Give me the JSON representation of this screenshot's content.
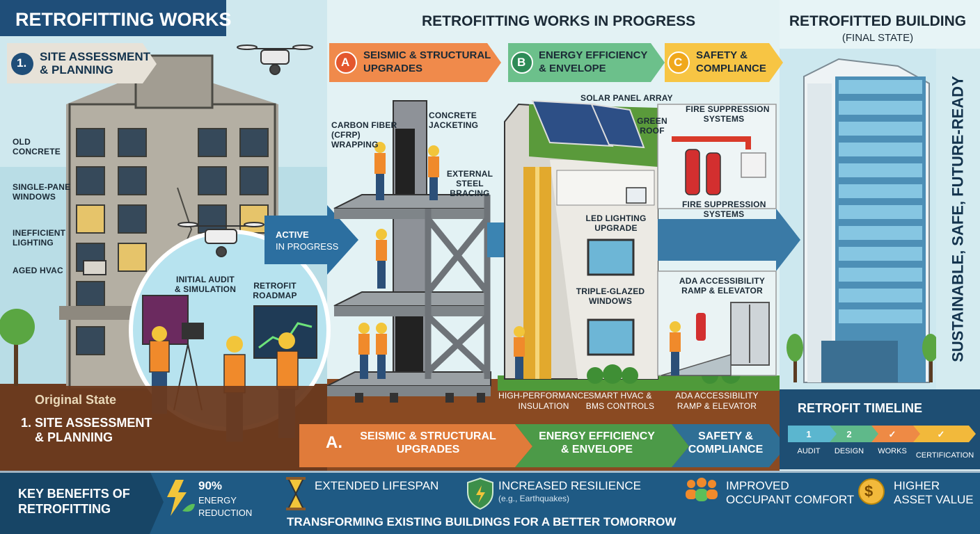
{
  "header": {
    "main_title": "RETROFITTING WORKS",
    "progress_title": "RETROFITTING WORKS IN PROGRESS",
    "final_title": "RETROFITTED BUILDING",
    "final_subtitle": "(FINAL STATE)"
  },
  "site_assessment": {
    "number": "1.",
    "title_line1": "SITE ASSESSMENT",
    "title_line2": "& PLANNING",
    "old_concrete": [
      "OLD",
      "CONCRETE"
    ],
    "single_pane": [
      "SINGLE-PANE",
      "WINDOWS"
    ],
    "inefficient": [
      "INEFFICIENT",
      "LIGHTING"
    ],
    "aged_hvac": "AGED HVAC",
    "initial_audit": [
      "INITIAL AUDIT",
      "& SIMULATION"
    ],
    "retrofit_roadmap": [
      "RETROFIT",
      "ROADMAP"
    ],
    "original_state": "Original State",
    "bottom_step": [
      "1. SITE ASSESSMENT",
      "& PLANNING"
    ]
  },
  "active": [
    "ACTIVE",
    "IN PROGRESS"
  ],
  "phases": {
    "a": {
      "letter": "A",
      "line1": "SEISMIC & STRUCTURAL",
      "line2": "UPGRADES",
      "color": "#f08a4b"
    },
    "b": {
      "letter": "B",
      "line1": "ENERGY EFFICIENCY",
      "line2": "& ENVELOPE",
      "color": "#6cc08b"
    },
    "c": {
      "letter": "C",
      "line1": "SAFETY &",
      "line2": "COMPLIANCE",
      "color": "#f7c544"
    }
  },
  "structural": {
    "cfrp": [
      "CARBON FIBER",
      "(CFRP)",
      "WRAPPING"
    ],
    "concrete_jacketing": [
      "CONCRETE",
      "JACKETING"
    ],
    "steel_bracing": [
      "EXTERNAL",
      "STEEL",
      "BRACING"
    ]
  },
  "energy": {
    "solar": "SOLAR PANEL ARRAY",
    "green_roof": [
      "GREEN",
      "ROOF"
    ],
    "led": [
      "LED LIGHTING",
      "UPGRADE"
    ],
    "triple": [
      "TRIPLE-GLAZED",
      "WINDOWS"
    ],
    "insulation": [
      "HIGH-PERFORMANCE",
      "INSULATION"
    ],
    "hvac": [
      "SMART HVAC &",
      "BMS CONTROLS"
    ]
  },
  "safety": {
    "fire_top": [
      "FIRE SUPPRESSION",
      "SYSTEMS"
    ],
    "fire_bottom": [
      "FIRE SUPPRESSION",
      "SYSTEMS"
    ],
    "ada_top": [
      "ADA ACCESSIBILITY",
      "RAMP & ELEVATOR"
    ],
    "ada_bottom": [
      "ADA ACCESSIBILITY",
      "RAMP & ELEVATOR"
    ]
  },
  "vertical_slogan": "SUSTAINABLE, SAFE, FUTURE-READY",
  "bottom_arrows": {
    "a": [
      "A.",
      "SEISMIC & STRUCTURAL",
      "UPGRADES"
    ],
    "b": [
      "ENERGY EFFICIENCY",
      "& ENVELOPE"
    ],
    "c": [
      "SAFETY &",
      "COMPLIANCE"
    ]
  },
  "timeline": {
    "title": "RETROFIT TIMELINE",
    "steps": [
      {
        "mark": "1",
        "label": "AUDIT",
        "color": "#5bb6cf"
      },
      {
        "mark": "2",
        "label": "DESIGN",
        "color": "#5fb98a"
      },
      {
        "mark": "✓",
        "label": "WORKS",
        "color": "#ee8a45"
      },
      {
        "mark": "✓",
        "label": "CERTIFICATION",
        "color": "#f2b93b"
      }
    ]
  },
  "benefits": {
    "title": [
      "KEY BENEFITS OF",
      "RETROFITTING"
    ],
    "energy": [
      "90%",
      "ENERGY",
      "REDUCTION"
    ],
    "lifespan": "EXTENDED LIFESPAN",
    "resilience": [
      "INCREASED RESILIENCE",
      "(e.g., Earthquakes)"
    ],
    "comfort": [
      "IMPROVED",
      "OCCUPANT COMFORT"
    ],
    "asset": [
      "HIGHER",
      "ASSET VALUE"
    ],
    "slogan": "TRANSFORMING EXISTING BUILDINGS FOR A BETTER TOMORROW"
  }
}
